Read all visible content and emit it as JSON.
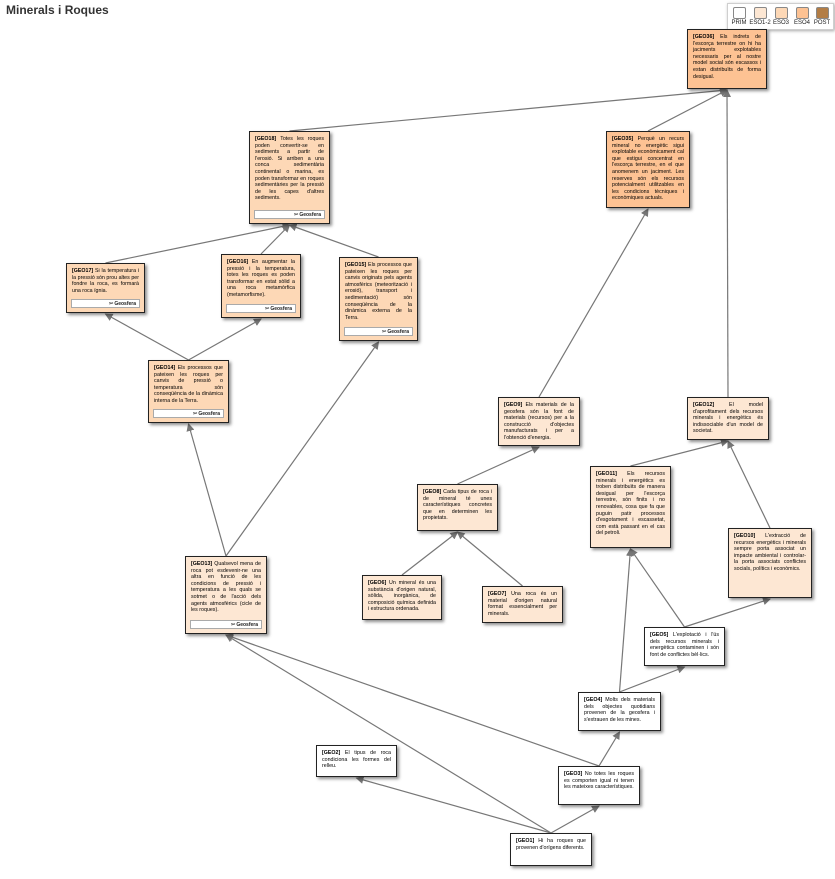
{
  "title": "Minerals i Roques",
  "legend": [
    {
      "label": "PRIM",
      "color": "#ffffff"
    },
    {
      "label": "ESO1-2",
      "color": "#fde7d3"
    },
    {
      "label": "ESO3",
      "color": "#fdd8b6"
    },
    {
      "label": "ESO4",
      "color": "#fdc293"
    },
    {
      "label": "POST",
      "color": "#b37d45"
    }
  ],
  "colors": {
    "edge": "#777777",
    "border": "#222222"
  },
  "nodes": [
    {
      "id": "GEO36",
      "code": "[GEO36]",
      "text": "Els indrets de l'escorça terrestre on hi ha jaciments explotables necessaris per al nostre model social són escassos i estan distribuïts de forma desigual.",
      "tag": "",
      "level": "ESO4"
    },
    {
      "id": "GEO18",
      "code": "[GEO18]",
      "text": "Totes les roques poden convertir-se en sediments a partir de l'erosió. Si arriben a una conca sedimentària continental o marina, es poden transformar en roques sedimentàries per la pressió de les capes d'altres sediments.",
      "tag": "Geosfera",
      "level": "ESO3"
    },
    {
      "id": "GEO35",
      "code": "[GEO35]",
      "text": "Perquè un recurs mineral no energètic sigui explotable econòmicament cal que estigui concentrat en l'escorça terrestre, en el que anomenem un jaciment. Les reserves són els recursos potencialment utilitzables en les condicions tècniques i econòmiques actuals.",
      "tag": "",
      "level": "ESO4"
    },
    {
      "id": "GEO17",
      "code": "[GEO17]",
      "text": "Si la temperatura i la pressió són prou altes per fondre la roca, es formarà una roca ígnia.",
      "tag": "Geosfera",
      "level": "ESO3"
    },
    {
      "id": "GEO16",
      "code": "[GEO16]",
      "text": "En augmentar la pressió i la temperatura, totes les roques es poden transformar en estat sòlid a una roca metamòrfica (metamorfisme).",
      "tag": "Geosfera",
      "level": "ESO3"
    },
    {
      "id": "GEO15",
      "code": "[GEO15]",
      "text": "Els processos que pateixen les roques per canvis originats pels agents atmosfèrics (meteorització i erosió), transport i sedimentació) són conseqüència de la dinàmica externa de la Terra.",
      "tag": "Geosfera",
      "level": "ESO3"
    },
    {
      "id": "GEO14",
      "code": "[GEO14]",
      "text": "Els processos que pateixen les roques per canvis de pressió o temperatura són conseqüència de la dinàmica interna de la Terra.",
      "tag": "Geosfera",
      "level": "ESO3"
    },
    {
      "id": "GEO9",
      "code": "[GEO9]",
      "text": "Els materials de la geosfera són la font de materials (recursos) per a la construcció d'objectes manufacturats i per a l'obtenció d'energia.",
      "tag": "",
      "level": "ESO1-2"
    },
    {
      "id": "GEO12",
      "code": "[GEO12]",
      "text": "El model d'aprofitament dels recursos minerals i energètics és indissociable d'un model de societat.",
      "tag": "",
      "level": "ESO1-2"
    },
    {
      "id": "GEO8",
      "code": "[GEO8]",
      "text": "Cada tipus de roca i de mineral té unes característiques concretes que en determinen les propietats.",
      "tag": "",
      "level": "ESO1-2"
    },
    {
      "id": "GEO11",
      "code": "[GEO11]",
      "text": "Els recursos minerals i energètics es troben distribuïts de manera desigual per l'escorça terrestre, són finits i no renovables, cosa que fa que puguin patir processos d'esgotament i escassetat, com està passant en el cas del petroli.",
      "tag": "",
      "level": "ESO1-2"
    },
    {
      "id": "GEO10",
      "code": "[GEO10]",
      "text": "L'extracció de recursos energètics i minerals sempre porta associat un impacte ambiental i controlar-la porta associats conflictes socials, polítics i econòmics.",
      "tag": "",
      "level": "ESO1-2"
    },
    {
      "id": "GEO13",
      "code": "[GEO13]",
      "text": "Qualsevol mena de roca pot esdevenir-ne una altra en funció de les condicions de pressió i temperatura a les quals se sotmet o de l'acció dels agents atmosfèrics (cicle de les roques).",
      "tag": "Geosfera",
      "level": "ESO1-2"
    },
    {
      "id": "GEO6",
      "code": "[GEO6]",
      "text": "Un mineral és una substància d'origen natural, sòlida, inorgànica, de composició química definida i estructura ordenada.",
      "tag": "",
      "level": "ESO1-2"
    },
    {
      "id": "GEO7",
      "code": "[GEO7]",
      "text": "Una roca és un material d'origen natural format essencialment per minerals.",
      "tag": "",
      "level": "ESO1-2"
    },
    {
      "id": "GEO5",
      "code": "[GEO5]",
      "text": "L'explotació i l'ús dels recursos minerals i energètics contaminen i són font de conflictes bèl·lics.",
      "tag": "",
      "level": "PRIM"
    },
    {
      "id": "GEO4",
      "code": "[GEO4]",
      "text": "Molts dels materials dels objectes quotidians provenen de la geosfera i s'extrauen de les mines.",
      "tag": "",
      "level": "PRIM"
    },
    {
      "id": "GEO2",
      "code": "[GEO2]",
      "text": "El tipus de roca condiciona les formes del relleu.",
      "tag": "",
      "level": "PRIM"
    },
    {
      "id": "GEO3",
      "code": "[GEO3]",
      "text": "No totes les roques es comporten igual ni tenen les mateixes característiques.",
      "tag": "",
      "level": "PRIM"
    },
    {
      "id": "GEO1",
      "code": "[GEO1]",
      "text": "Hi ha roques que provenen d'orígens diferents.",
      "tag": "",
      "level": "PRIM"
    }
  ],
  "edges": [
    [
      "GEO18",
      "GEO36"
    ],
    [
      "GEO35",
      "GEO36"
    ],
    [
      "GEO12",
      "GEO36"
    ],
    [
      "GEO17",
      "GEO18"
    ],
    [
      "GEO16",
      "GEO18"
    ],
    [
      "GEO15",
      "GEO18"
    ],
    [
      "GEO14",
      "GEO17"
    ],
    [
      "GEO14",
      "GEO16"
    ],
    [
      "GEO9",
      "GEO35"
    ],
    [
      "GEO13",
      "GEO14"
    ],
    [
      "GEO13",
      "GEO15"
    ],
    [
      "GEO8",
      "GEO9"
    ],
    [
      "GEO11",
      "GEO12"
    ],
    [
      "GEO10",
      "GEO12"
    ],
    [
      "GEO6",
      "GEO8"
    ],
    [
      "GEO7",
      "GEO8"
    ],
    [
      "GEO5",
      "GEO11"
    ],
    [
      "GEO5",
      "GEO10"
    ],
    [
      "GEO4",
      "GEO11"
    ],
    [
      "GEO4",
      "GEO5"
    ],
    [
      "GEO3",
      "GEO4"
    ],
    [
      "GEO1",
      "GEO13"
    ],
    [
      "GEO1",
      "GEO2"
    ],
    [
      "GEO1",
      "GEO3"
    ],
    [
      "GEO3",
      "GEO13"
    ]
  ]
}
